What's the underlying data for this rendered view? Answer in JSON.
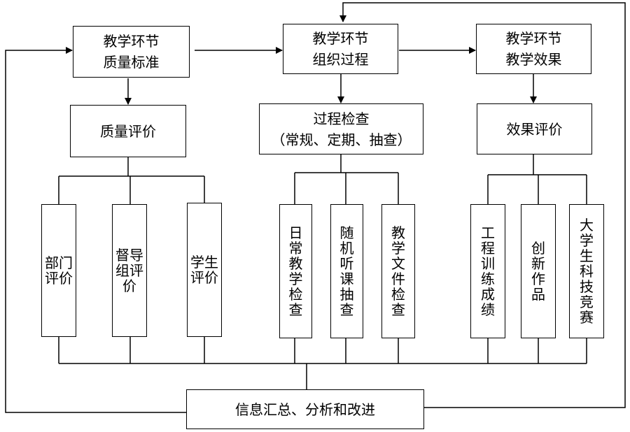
{
  "top_boxes": {
    "standard": {
      "line1": "教学环节",
      "line2": "质量标准"
    },
    "process": {
      "line1": "教学环节",
      "line2": "组织过程"
    },
    "effect": {
      "line1": "教学环节",
      "line2": "教学效果"
    }
  },
  "mid_boxes": {
    "quality_eval": {
      "label": "质量评价"
    },
    "process_check": {
      "line1": "过程检查",
      "line2": "（常规、定期、抽查）"
    },
    "effect_eval": {
      "label": "效果评价"
    }
  },
  "leaf_boxes": {
    "dept_eval": {
      "label": "部门评价"
    },
    "supervisor_eval": {
      "label": "督导组评价"
    },
    "student_eval": {
      "label": "学生评价"
    },
    "daily_check": {
      "label": "日常教学检查"
    },
    "random_audit": {
      "label": "随机听课抽查"
    },
    "doc_check": {
      "label": "教学文件检查"
    },
    "training_result": {
      "label": "工程训练成绩"
    },
    "innovation_work": {
      "label": "创新作品"
    },
    "competition": {
      "label": "大学生科技竞赛"
    }
  },
  "bottom_box": {
    "label": "信息汇总、分析和改进"
  }
}
